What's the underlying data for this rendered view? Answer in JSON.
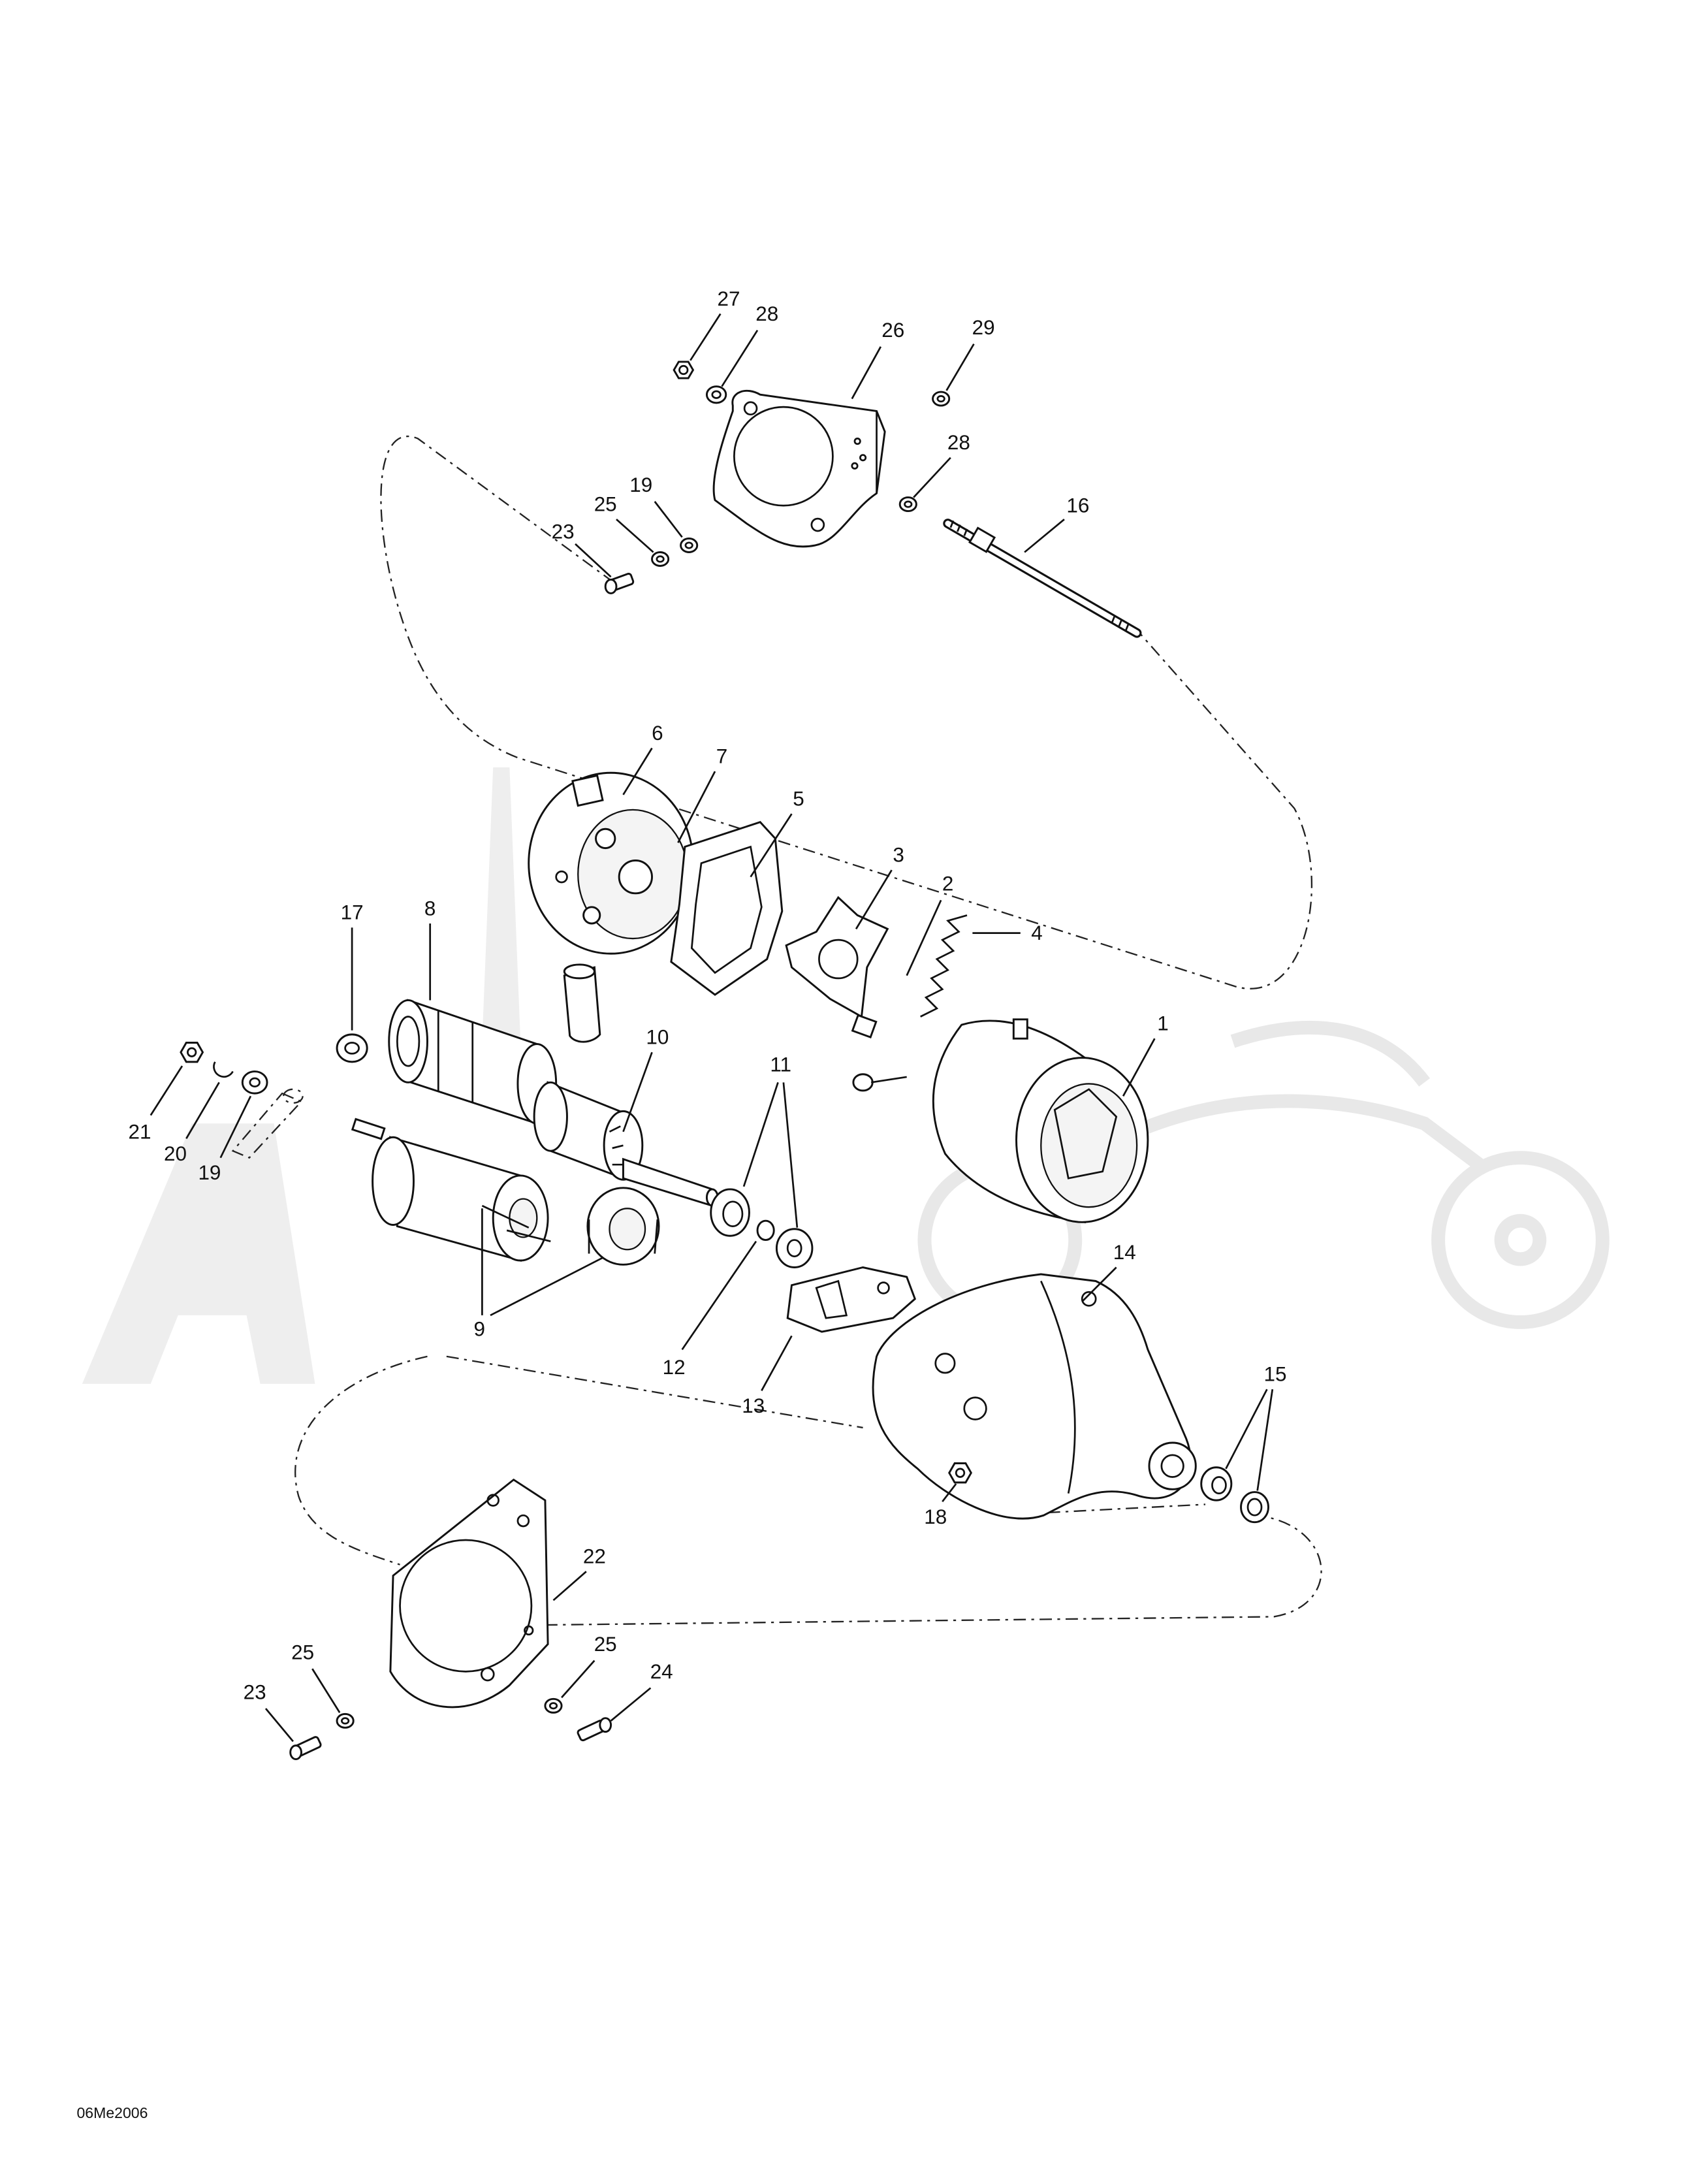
{
  "labels": [
    "27",
    "28",
    "26",
    "29",
    "28",
    "19",
    "25",
    "23",
    "16",
    "6",
    "7",
    "5",
    "3",
    "2",
    "4",
    "1",
    "17",
    "8",
    "10",
    "11",
    "21",
    "20",
    "19",
    "14",
    "15",
    "9",
    "12",
    "13",
    "18",
    "22",
    "25",
    "25",
    "24",
    "23"
  ],
  "drawing_code": "06Me2006",
  "colors": {
    "line": "#111111",
    "background": "#ffffff",
    "watermark": "#e6e6e6"
  }
}
